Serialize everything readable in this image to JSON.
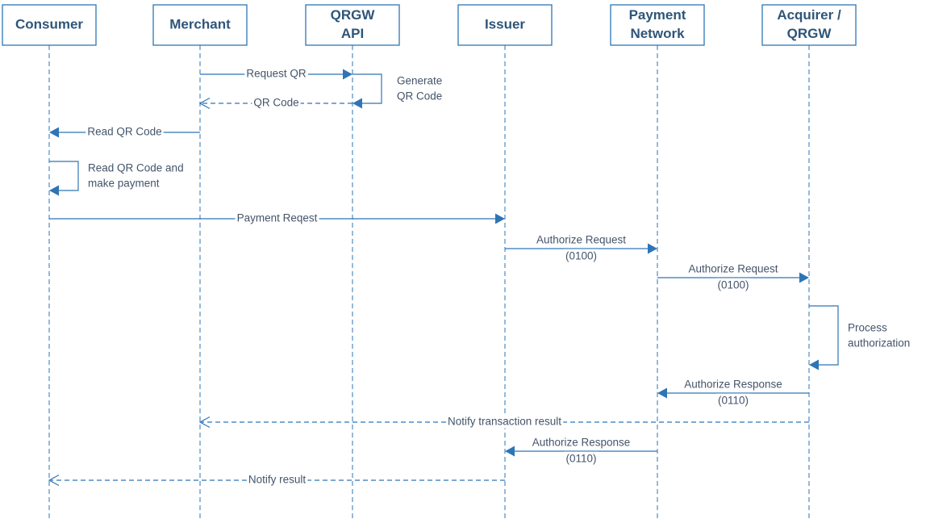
{
  "colors": {
    "line": "#2e75b6",
    "header_border": "#2e75b6",
    "header_text": "#2e5579",
    "label_text": "#44546a"
  },
  "participants": [
    {
      "id": "consumer",
      "lines": [
        "Consumer"
      ]
    },
    {
      "id": "merchant",
      "lines": [
        "Merchant"
      ]
    },
    {
      "id": "qrgw_api",
      "lines": [
        "QRGW",
        "API"
      ]
    },
    {
      "id": "issuer",
      "lines": [
        "Issuer"
      ]
    },
    {
      "id": "payment_network",
      "lines": [
        "Payment",
        "Network"
      ]
    },
    {
      "id": "acquirer_qrgw",
      "lines": [
        "Acquirer /",
        "QRGW"
      ]
    }
  ],
  "messages": [
    {
      "id": "request_qr",
      "from": "merchant",
      "to": "qrgw_api",
      "style": "solid",
      "lines": [
        "Request QR"
      ]
    },
    {
      "id": "qr_code",
      "from": "qrgw_api",
      "to": "merchant",
      "style": "dashed",
      "lines": [
        "QR Code"
      ]
    },
    {
      "id": "read_qr_code",
      "from": "merchant",
      "to": "consumer",
      "style": "solid",
      "lines": [
        "Read QR Code"
      ]
    },
    {
      "id": "payment_request",
      "from": "consumer",
      "to": "issuer",
      "style": "solid",
      "lines": [
        "Payment Reqest"
      ]
    },
    {
      "id": "authorize_request_1",
      "from": "issuer",
      "to": "payment_network",
      "style": "solid",
      "lines": [
        "Authorize Request",
        "(0100)"
      ]
    },
    {
      "id": "authorize_request_2",
      "from": "payment_network",
      "to": "acquirer_qrgw",
      "style": "solid",
      "lines": [
        "Authorize Request",
        "(0100)"
      ]
    },
    {
      "id": "authorize_response_1",
      "from": "acquirer_qrgw",
      "to": "payment_network",
      "style": "solid",
      "lines": [
        "Authorize Response",
        "(0110)"
      ]
    },
    {
      "id": "notify_transaction_result",
      "from": "acquirer_qrgw",
      "to": "merchant",
      "style": "dashed",
      "lines": [
        "Notify transaction result"
      ]
    },
    {
      "id": "authorize_response_2",
      "from": "payment_network",
      "to": "issuer",
      "style": "solid",
      "lines": [
        "Authorize Response",
        "(0110)"
      ]
    },
    {
      "id": "notify_result",
      "from": "issuer",
      "to": "consumer",
      "style": "dashed",
      "lines": [
        "Notify result"
      ]
    }
  ],
  "self_calls": [
    {
      "id": "generate_qr_code",
      "participant": "qrgw_api",
      "lines": [
        "Generate",
        "QR Code"
      ]
    },
    {
      "id": "read_and_pay",
      "participant": "consumer",
      "lines": [
        "Read QR Code and",
        "make payment"
      ]
    },
    {
      "id": "process_authorization",
      "participant": "acquirer_qrgw",
      "lines": [
        "Process",
        "authorization"
      ]
    }
  ]
}
